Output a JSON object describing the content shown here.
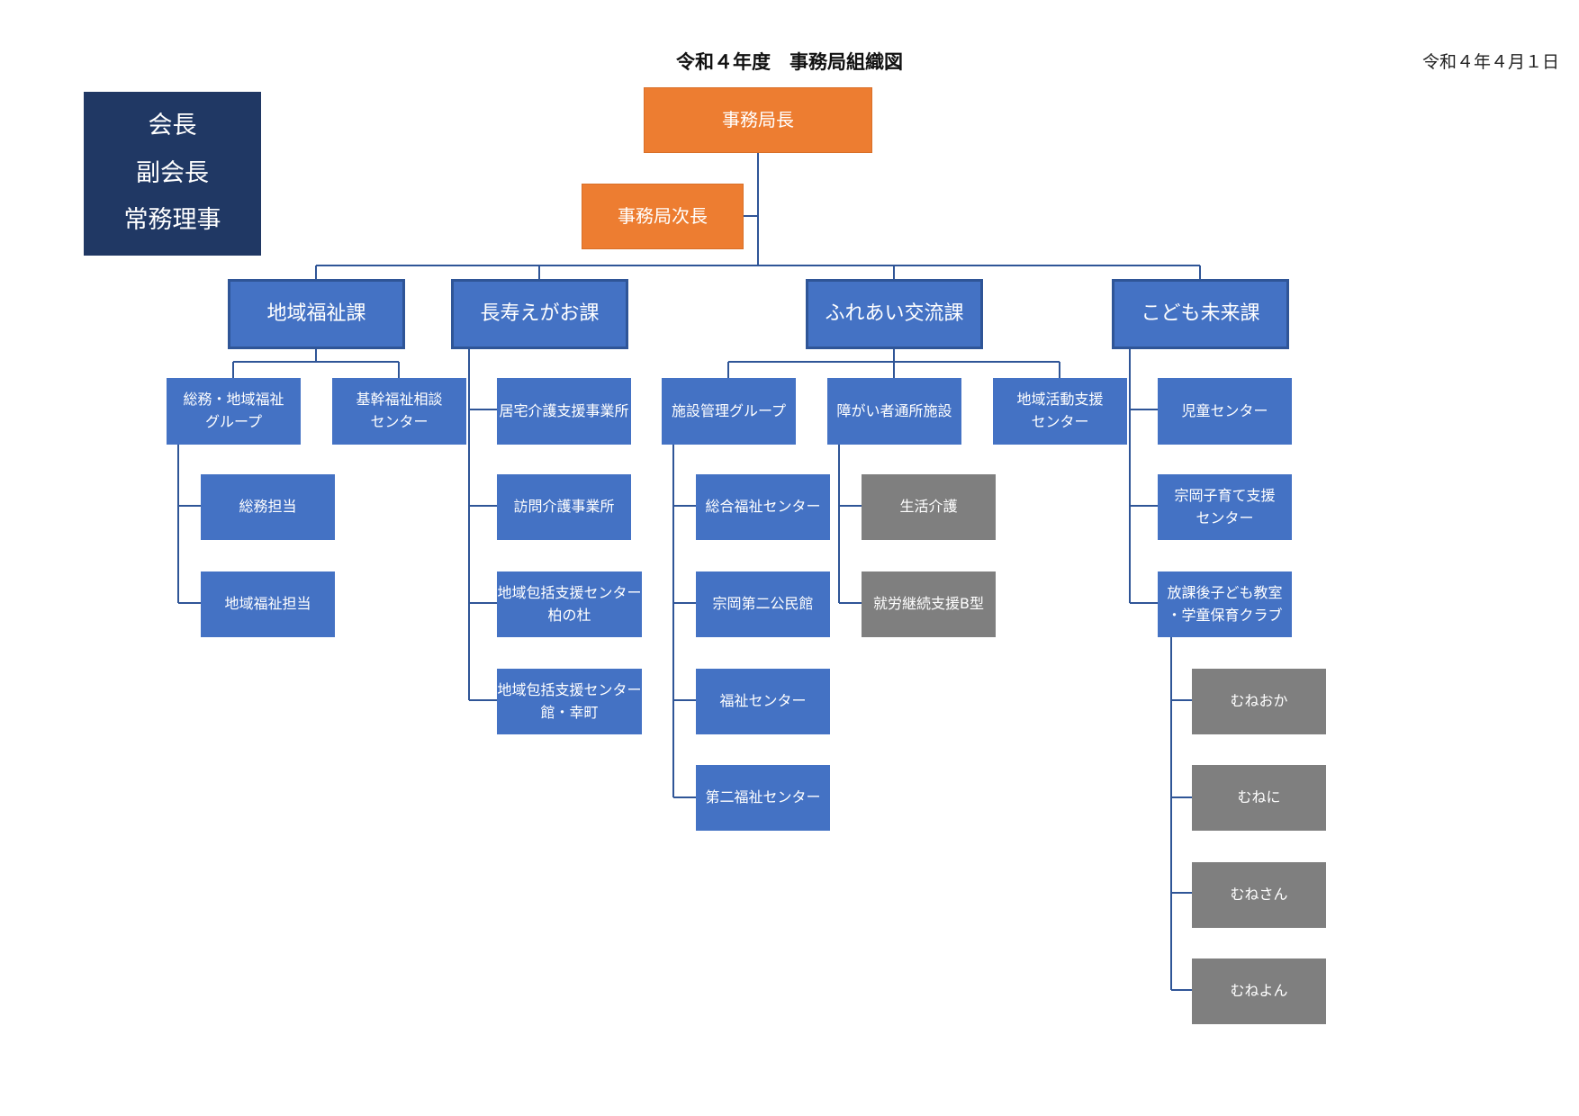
{
  "header": {
    "title": "令和４年度　事務局組織図",
    "date": "令和４年４月１日"
  },
  "executives": [
    "会長",
    "副会長",
    "常務理事"
  ],
  "director": "事務局長",
  "deputy_director": "事務局次長",
  "departments": {
    "chiiki": {
      "name": "地域福祉課",
      "groups": [
        {
          "lines": [
            "総務・地域福祉",
            "グループ"
          ]
        },
        {
          "lines": [
            "基幹福祉相談",
            "センター"
          ]
        }
      ],
      "sub_units": [
        "総務担当",
        "地域福祉担当"
      ]
    },
    "chouju": {
      "name": "長寿えがお課",
      "units": [
        {
          "lines": [
            "居宅介護支援事業所"
          ]
        },
        {
          "lines": [
            "訪問介護事業所"
          ]
        },
        {
          "lines": [
            "地域包括支援センター",
            "柏の杜"
          ]
        },
        {
          "lines": [
            "地域包括支援センター",
            "館・幸町"
          ]
        }
      ]
    },
    "fureai": {
      "name": "ふれあい交流課",
      "groups": [
        {
          "lines": [
            "施設管理グループ"
          ]
        },
        {
          "lines": [
            "障がい者通所施設"
          ]
        },
        {
          "lines": [
            "地域活動支援",
            "センター"
          ]
        }
      ],
      "facilities": [
        "総合福祉センター",
        "宗岡第二公民館",
        "福祉センター",
        "第二福祉センター"
      ],
      "services": [
        "生活介護",
        "就労継続支援B型"
      ]
    },
    "kodomo": {
      "name": "こども未来課",
      "units": [
        {
          "lines": [
            "児童センター"
          ]
        },
        {
          "lines": [
            "宗岡子育て支援",
            "センター"
          ]
        },
        {
          "lines": [
            "放課後子ども教室",
            "・学童保育クラブ"
          ]
        }
      ],
      "clubs": [
        "むねおか",
        "むねに",
        "むねさん",
        "むねよん"
      ]
    }
  },
  "colors": {
    "navy": "#203864",
    "orange": "#ED7D31",
    "blue": "#4472C4",
    "blue_border": "#2F5597",
    "gray": "#7F7F7F",
    "line": "#2F5597"
  }
}
